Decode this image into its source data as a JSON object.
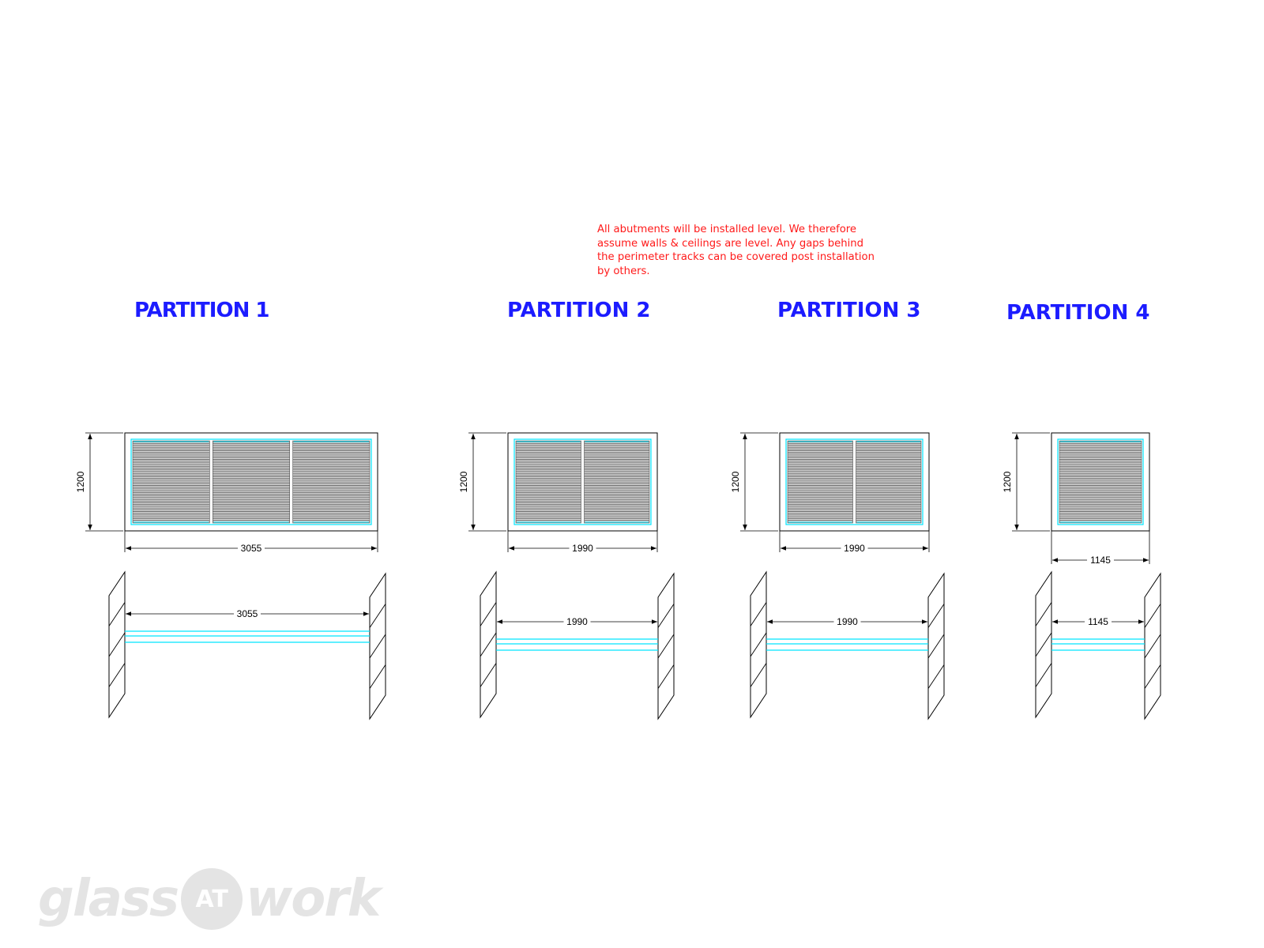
{
  "note": {
    "lines": [
      "All abutments will be installed level. We therefore",
      "assume walls & ceilings are level. Any gaps behind",
      "the perimeter tracks can be covered post installation",
      "by others."
    ]
  },
  "partitions": [
    {
      "title": "PARTITION 1",
      "height_mm": "1200",
      "width_mm": "3055",
      "plan_width_mm": "3055",
      "panels": 3
    },
    {
      "title": "PARTITION 2",
      "height_mm": "1200",
      "width_mm": "1990",
      "plan_width_mm": "1990",
      "panels": 2
    },
    {
      "title": "PARTITION 3",
      "height_mm": "1200",
      "width_mm": "1990",
      "plan_width_mm": "1990",
      "panels": 2
    },
    {
      "title": "PARTITION 4",
      "height_mm": "1200",
      "width_mm": "1145",
      "plan_width_mm": "1145",
      "panels": 1
    }
  ],
  "logo": {
    "part1": "glass",
    "part2": "AT",
    "part3": "work"
  },
  "colors": {
    "title": "#1c1cff",
    "note": "#ff1a1a",
    "glass_edge": "#00e5ff",
    "logo": "#e4e4e4"
  }
}
